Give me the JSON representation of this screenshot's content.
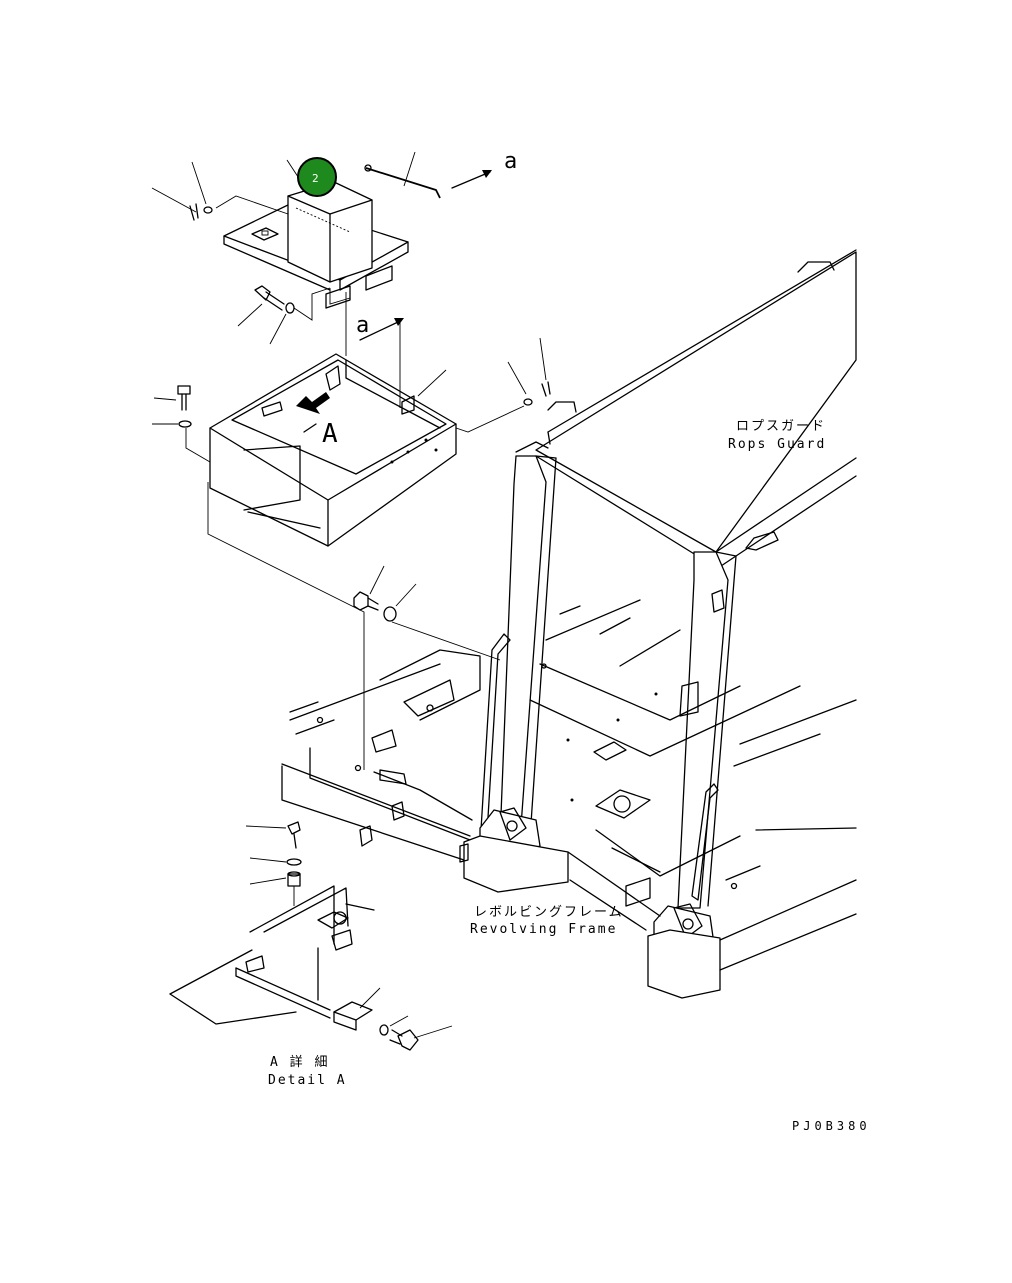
{
  "labels": {
    "callout_a_top": "a",
    "callout_a_mid": "a",
    "view_arrow": "A",
    "rops_jp": "ロプスガード",
    "rops_en": "Rops Guard",
    "frame_jp": "レボルビングフレーム",
    "frame_en": "Revolving Frame",
    "detail_jp": "A 詳 細",
    "detail_en": "Detail A",
    "drawing_code": "PJ0B380"
  },
  "callout": {
    "number": "2",
    "color": "#1e8a1e"
  }
}
